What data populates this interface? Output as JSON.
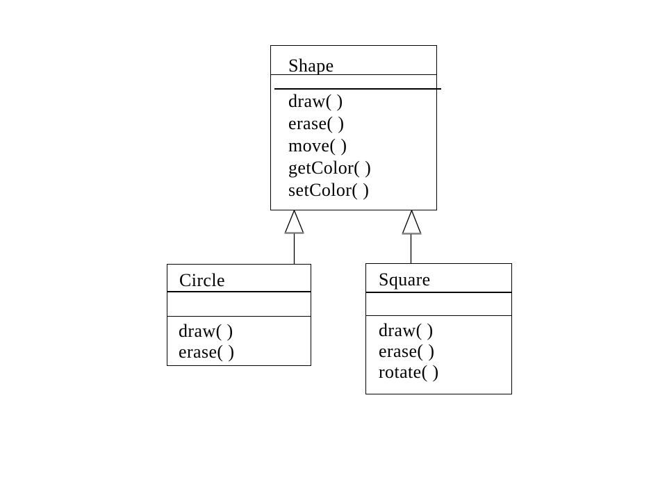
{
  "page": {
    "background": "#ffffff",
    "kind": "uml-class-inheritance-diagram"
  },
  "diagram": {
    "classes": [
      {
        "name": "Shape",
        "attributes": [],
        "methods": [
          "draw( )",
          "erase( )",
          "move( )",
          "getColor( )",
          "setColor( )"
        ]
      },
      {
        "name": "Circle",
        "attributes": [],
        "methods": [
          "draw( )",
          "erase( )"
        ]
      },
      {
        "name": "Square",
        "attributes": [],
        "methods": [
          "draw( )",
          "erase( )",
          "rotate( )"
        ]
      }
    ],
    "relations": [
      {
        "from": "Circle",
        "to": "Shape",
        "type": "inheritance",
        "arrow": "hollow-triangle-up"
      },
      {
        "from": "Square",
        "to": "Shape",
        "type": "inheritance",
        "arrow": "hollow-triangle-up"
      }
    ],
    "colors": {
      "line": "#000000",
      "text": "#000000",
      "triangle_base": "#808080",
      "background": "#ffffff"
    }
  }
}
